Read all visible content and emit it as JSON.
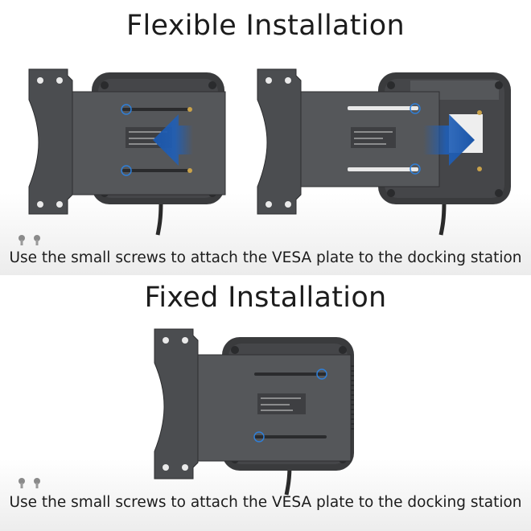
{
  "sections": [
    {
      "title": "Flexible Installation",
      "caption": "Use the small screws to attach the VESA plate to the docking station"
    },
    {
      "title": "Fixed Installation",
      "caption": "Use the small screws to attach the VESA plate to the docking station"
    }
  ],
  "icons": {
    "screws": "screw-icon",
    "arrow_left": "arrow-left-icon",
    "arrow_right": "arrow-right-icon"
  },
  "colors": {
    "arrow_blue": "#1f5fb8",
    "plate": "#4a4c4f",
    "dock": "#3a3b3d",
    "screw_highlight": "#2f7fd8"
  }
}
